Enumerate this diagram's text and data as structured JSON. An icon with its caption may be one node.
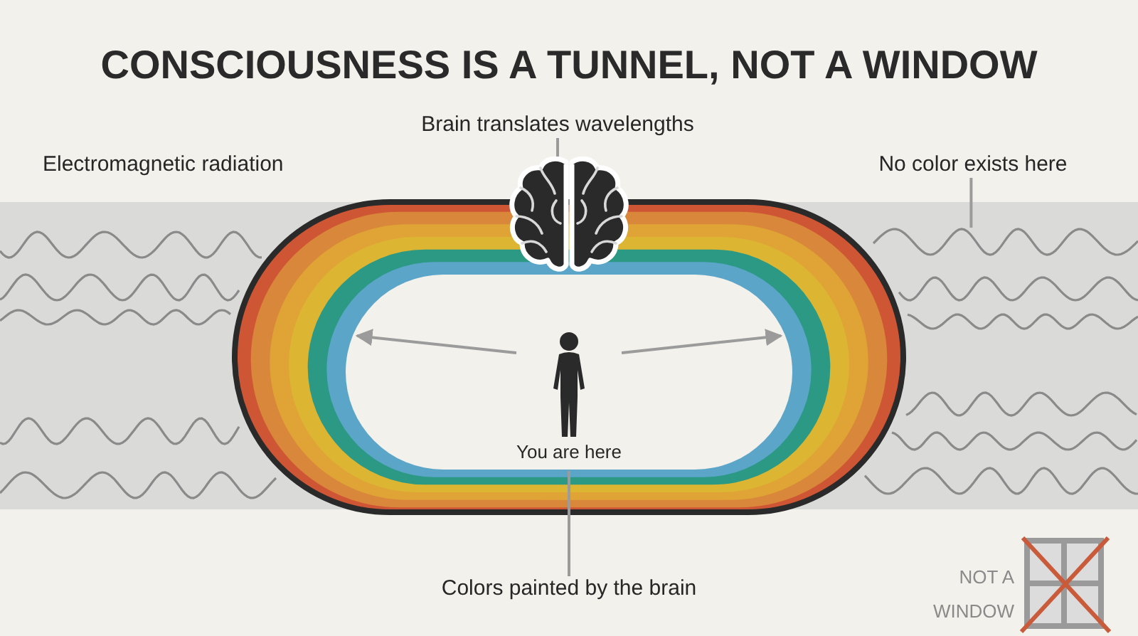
{
  "diagram": {
    "title": "CONSCIOUSNESS IS A TUNNEL, NOT A WINDOW",
    "nodes": [
      {
        "text": [
          "Brain translates wavelengths"
        ]
      },
      {
        "text": [
          "No color exists here"
        ]
      },
      {
        "text": [],
        "shape": "picture"
      },
      {
        "text": [],
        "shape": "ring"
      },
      {
        "text": [],
        "shape": "picture"
      },
      {
        "text": [],
        "shape": "person",
        "beside": [
          "You are here"
        ],
        "in": 3
      },
      {
        "text": [
          "Colors painted by the brain"
        ]
      }
    ],
    "edges": [
      {
        "from": 0,
        "to": 2,
        "arrow": "none"
      },
      {
        "from": 1,
        "to": 4,
        "arrow": "none"
      },
      {
        "from": 5,
        "to": null,
        "arrow": "to"
      },
      {
        "from": 5,
        "to": null,
        "arrow": "to"
      },
      {
        "from": 6,
        "to": 3,
        "arrow": "none"
      }
    ],
    "labels": [
      "Electromagnetic radiation",
      "NOT A WINDOW"
    ]
  }
}
